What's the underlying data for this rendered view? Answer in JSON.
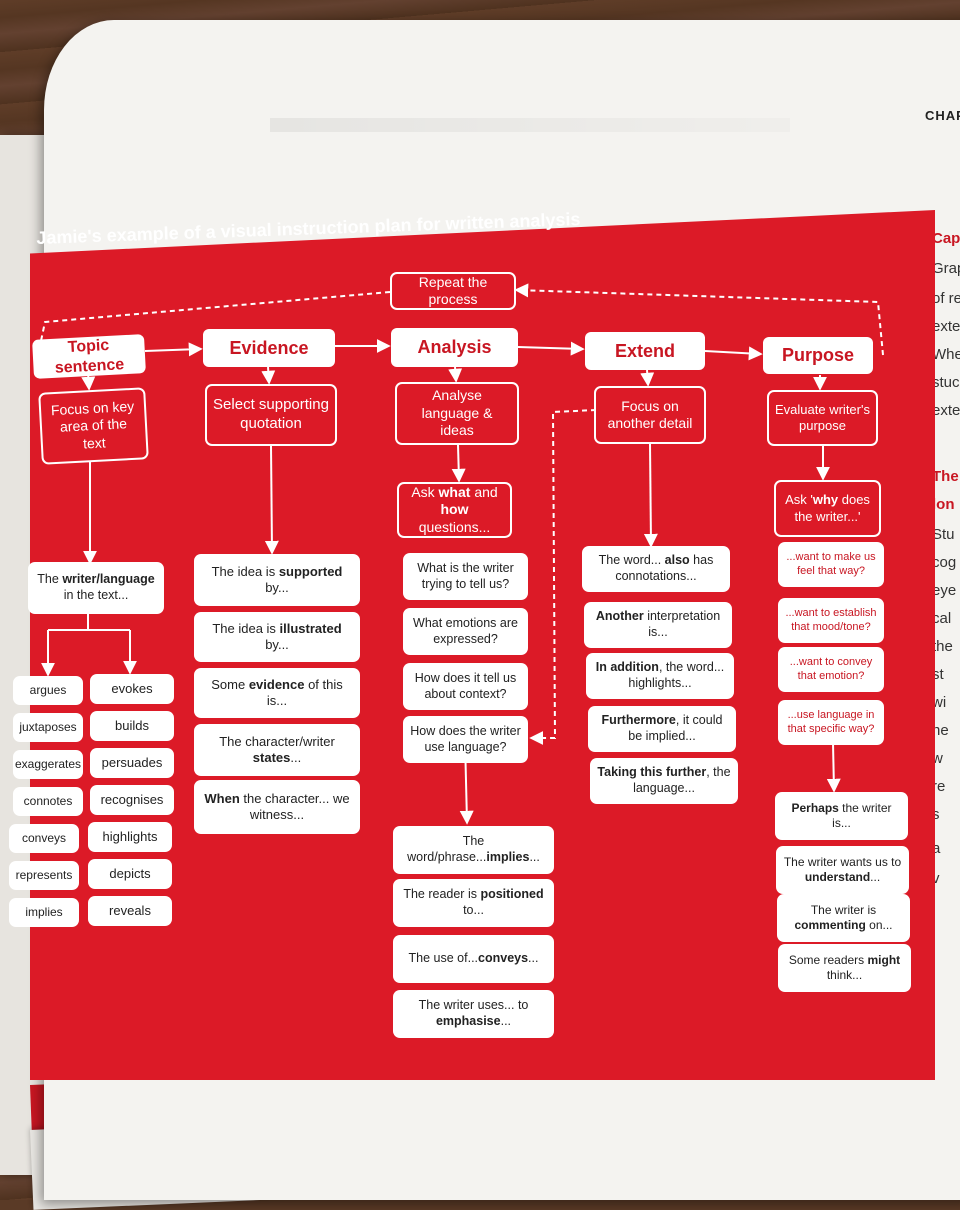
{
  "page": {
    "chapter_label": "CHAPT",
    "panel_title": "Jamie's example of a visual instruction plan for written analysis",
    "right_column": [
      {
        "text": "Capt",
        "accent": true
      },
      {
        "text": "Grap",
        "accent": false
      },
      {
        "text": "of re",
        "accent": false
      },
      {
        "text": "exte",
        "accent": false
      },
      {
        "text": "Whe",
        "accent": false
      },
      {
        "text": "stuc",
        "accent": false
      },
      {
        "text": "exte",
        "accent": false
      },
      {
        "text": "The",
        "accent": true
      },
      {
        "text": "lon",
        "accent": true
      },
      {
        "text": "Stu",
        "accent": false
      },
      {
        "text": "cog",
        "accent": false
      },
      {
        "text": "eye",
        "accent": false
      },
      {
        "text": "cal",
        "accent": false
      },
      {
        "text": "the",
        "accent": false
      },
      {
        "text": "st",
        "accent": false
      },
      {
        "text": "wi",
        "accent": false
      },
      {
        "text": "he",
        "accent": false
      },
      {
        "text": "w",
        "accent": false
      },
      {
        "text": "re",
        "accent": false
      },
      {
        "text": "s",
        "accent": false
      },
      {
        "text": "a",
        "accent": false
      },
      {
        "text": "v",
        "accent": false
      }
    ]
  },
  "colors": {
    "panel_red": "#dc1a27",
    "accent_red": "#c81622",
    "box_white": "#ffffff"
  },
  "repeat": "Repeat the process",
  "topic": {
    "header": "Topic sentence",
    "step": "Focus on key area of the text",
    "lead_bold": "writer/language",
    "lead_pre": "The ",
    "lead_post": " in the text...",
    "verbs_left": [
      "argues",
      "juxtaposes",
      "exaggerates",
      "connotes",
      "conveys",
      "represents",
      "implies"
    ],
    "verbs_right": [
      "evokes",
      "builds",
      "persuades",
      "recognises",
      "highlights",
      "depicts",
      "reveals"
    ]
  },
  "evidence": {
    "header": "Evidence",
    "step": "Select supporting quotation",
    "stems": [
      {
        "pre": "The idea is ",
        "bold": "supported",
        "post": " by..."
      },
      {
        "pre": "The idea is ",
        "bold": "illustrated",
        "post": " by..."
      },
      {
        "pre": "Some ",
        "bold": "evidence",
        "post": " of this is..."
      },
      {
        "pre": "The character/writer ",
        "bold": "states",
        "post": "..."
      },
      {
        "pre": "",
        "bold": "When",
        "post": " the character... we witness..."
      }
    ]
  },
  "analysis": {
    "header": "Analysis",
    "step": "Analyse language & ideas",
    "ask": {
      "pre": "Ask ",
      "bold1": "what",
      "mid": " and ",
      "bold2": "how",
      "post": " questions..."
    },
    "questions": [
      "What is the writer trying to tell us?",
      "What emotions are expressed?",
      "How does it tell us about context?",
      "How does the writer use language?"
    ],
    "stems": [
      {
        "pre": "The word/phrase...",
        "bold": "implies",
        "post": "..."
      },
      {
        "pre": "The reader is ",
        "bold": "positioned",
        "post": " to..."
      },
      {
        "pre": "The use of...",
        "bold": "conveys",
        "post": "..."
      },
      {
        "pre": "The writer uses... to ",
        "bold": "emphasise",
        "post": "..."
      }
    ]
  },
  "extend": {
    "header": "Extend",
    "step": "Focus on another detail",
    "stems": [
      {
        "pre": "The word... ",
        "bold": "also",
        "post": " has connotations..."
      },
      {
        "pre": "",
        "bold": "Another",
        "post": " interpretation is..."
      },
      {
        "pre": "",
        "bold": "In addition",
        "post": ", the word... highlights..."
      },
      {
        "pre": "",
        "bold": "Furthermore",
        "post": ", it could be implied..."
      },
      {
        "pre": "",
        "bold": "Taking this further",
        "post": ", the language..."
      }
    ]
  },
  "purpose": {
    "header": "Purpose",
    "step": "Evaluate writer's purpose",
    "ask": {
      "pre": "Ask '",
      "bold": "why",
      "post": " does the writer...'"
    },
    "questions": [
      "...want to make us feel that way?",
      "...want to establish that mood/tone?",
      "...want to convey that emotion?",
      "...use language in that specific way?"
    ],
    "stems": [
      {
        "pre": "",
        "bold": "Perhaps",
        "post": " the writer is..."
      },
      {
        "pre": "The writer wants us to ",
        "bold": "understand",
        "post": "..."
      },
      {
        "pre": "The writer is ",
        "bold": "commenting",
        "post": " on..."
      },
      {
        "pre": "Some readers ",
        "bold": "might",
        "post": " think..."
      }
    ]
  }
}
